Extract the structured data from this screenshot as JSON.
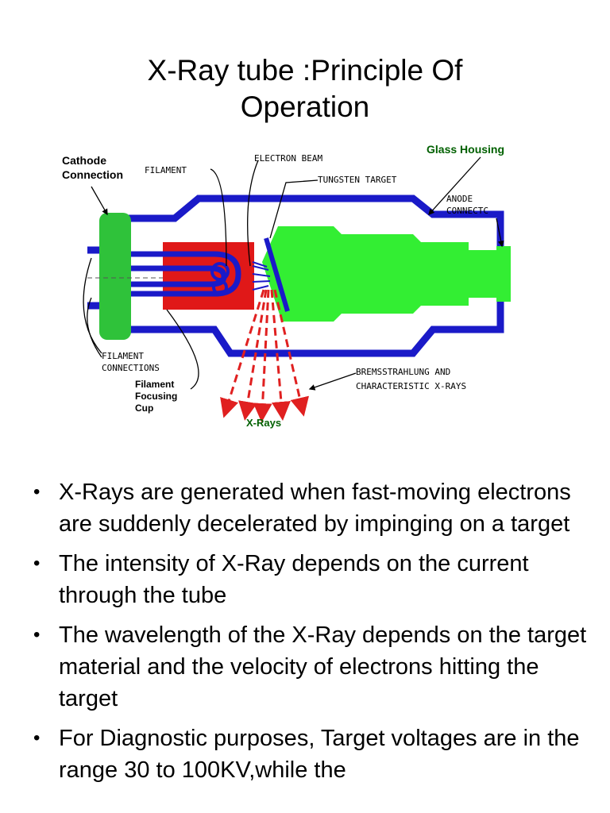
{
  "slide": {
    "title_line1": "X-Ray tube :Principle Of",
    "title_line2": "Operation"
  },
  "diagram": {
    "labels": {
      "cathode_connection_1": "Cathode",
      "cathode_connection_2": "Connection",
      "filament": "FILAMENT",
      "electron_beam": "ELECTRON BEAM",
      "glass_housing": "Glass Housing",
      "tungsten_target": "TUNGSTEN TARGET",
      "anode_connector_1": "ANODE",
      "anode_connector_2": "CONNECTC",
      "filament_connections_1": "FILAMENT",
      "filament_connections_2": "CONNECTIONS",
      "focusing_cup_1": "Filament",
      "focusing_cup_2": "Focusing",
      "focusing_cup_3": "Cup",
      "xrays": "X-Rays",
      "bremsstrahlung_1": "BREMSSTRAHLUNG AND",
      "bremsstrahlung_2": "CHARACTERISTIC X-RAYS"
    },
    "colors": {
      "tube": "#1a1ac8",
      "cathode": "#2fc23a",
      "cup": "#e01818",
      "anode": "#33ee33",
      "xray": "#e02020"
    }
  },
  "bullets": [
    {
      "text": "X-Rays are generated when fast-moving electrons are suddenly decelerated by impinging on a target"
    },
    {
      "text": " The intensity of X-Ray depends on the current through the tube"
    },
    {
      "text": " The wavelength of the X-Ray depends on the target material and the velocity of electrons hitting the target"
    },
    {
      "text": " For Diagnostic purposes, Target voltages are in the range 30 to 100KV,while the"
    }
  ]
}
